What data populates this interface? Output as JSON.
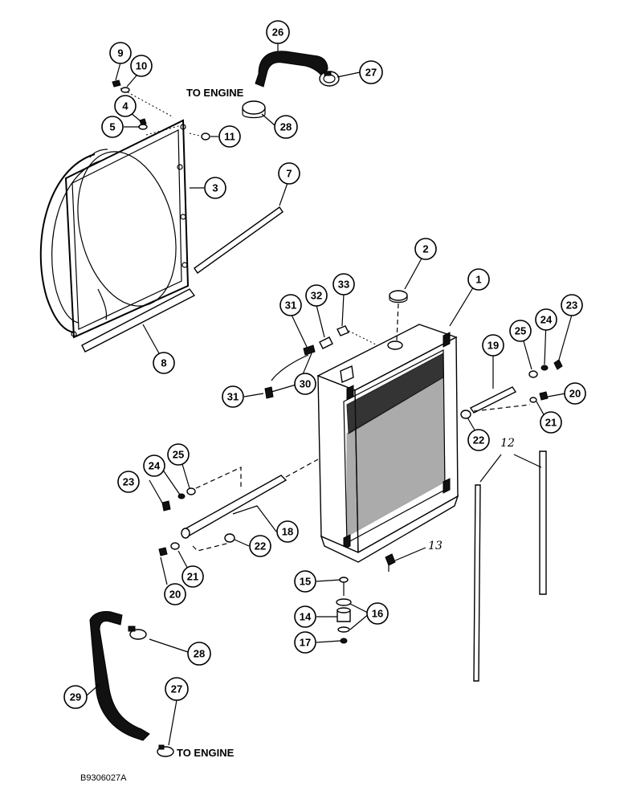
{
  "labels": {
    "to_engine_top": "TO ENGINE",
    "to_engine_bottom": "TO ENGINE",
    "drawing_code": "B9306027A"
  },
  "callouts": [
    "1",
    "2",
    "3",
    "4",
    "5",
    "7",
    "8",
    "9",
    "10",
    "11",
    "12",
    "13",
    "14",
    "15",
    "16",
    "17",
    "18",
    "19",
    "20",
    "20",
    "21",
    "21",
    "22",
    "22",
    "23",
    "23",
    "24",
    "24",
    "25",
    "25",
    "26",
    "27",
    "27",
    "28",
    "28",
    "29",
    "30",
    "31",
    "31",
    "32",
    "33"
  ]
}
